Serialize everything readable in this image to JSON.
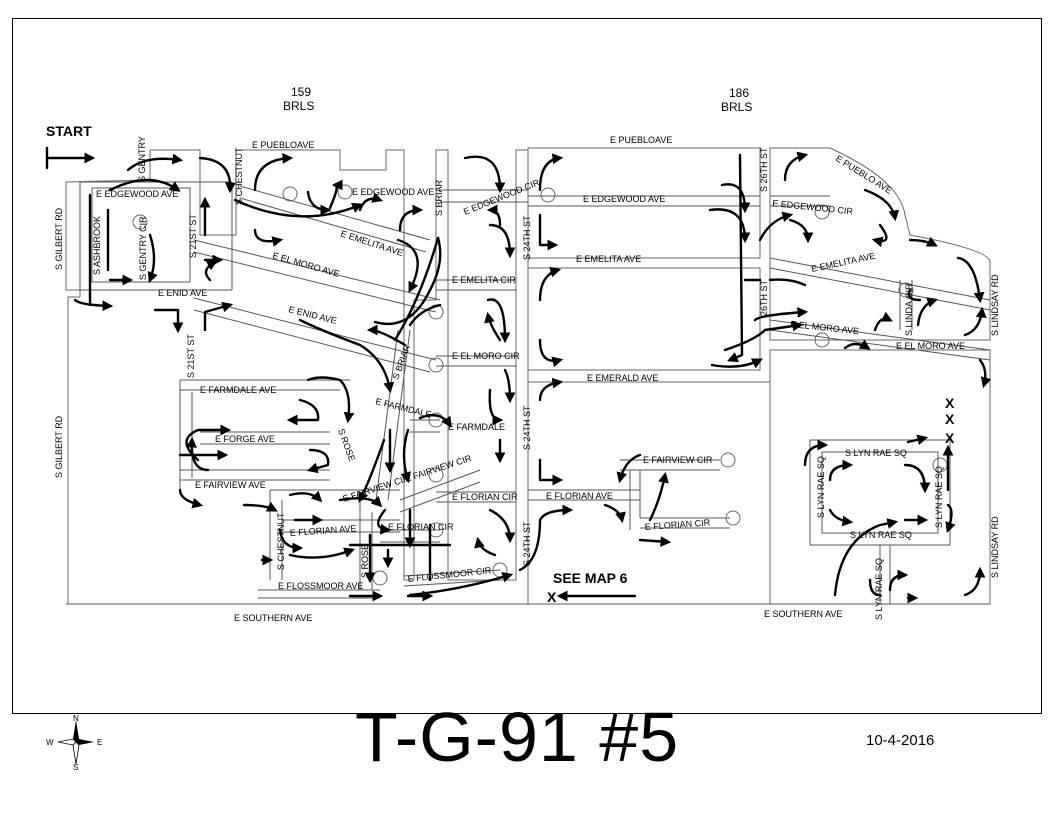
{
  "title": "T-G-91 #5",
  "date": "10-4-2016",
  "start_label": "START",
  "see_map_label": "SEE MAP 6",
  "x_mark": "X",
  "brls": [
    {
      "count": "159",
      "unit": "BRLS"
    },
    {
      "count": "186",
      "unit": "BRLS"
    }
  ],
  "compass": {
    "n": "N",
    "s": "S",
    "e": "E",
    "w": "W"
  },
  "streets": {
    "pueblo_w": "E PUEBLOAVE",
    "pueblo_e": "E PUEBLOAVE",
    "pueblo_ne": "E PUEBLO AVE",
    "edgewood_w": "E EDGEWOOD AVE",
    "edgewood_c": "E EDGEWOOD AVE",
    "edgewood_e": "E EDGEWOOD AVE",
    "edgewood_cir_c": "E EDGEWOOD CIR",
    "edgewood_cir_e": "E EDGEWOOD CIR",
    "emelita_w": "E EMELITA AVE",
    "emelita_cir": "E EMELITA CIR",
    "emelita_c": "E EMELITA AVE",
    "emelita_e": "E EMELITA AVE",
    "elmoro_w": "E EL MORO AVE",
    "elmoro_cir": "E EL MORO CIR",
    "elmoro_e": "E EL MORO AVE",
    "elmoro_e2": "E EL MORO AVE",
    "enid_w": "E ENID AVE",
    "enid_c": "E ENID AVE",
    "emerald": "E EMERALD AVE",
    "farmdale_w": "E FARMDALE AVE",
    "farmdale_c": "E FARMDALE",
    "farmdale_cir": "E FARMDALE",
    "forge": "E FORGE AVE",
    "fairview_w": "E FAIRVIEW AVE",
    "fairview_cir_a": "E FAIRVIEW CIR",
    "fairview_cir_b": "E FAIRVIEW CIR",
    "fairview_cir_e": "E FAIRVIEW CIR",
    "florian_ave": "E FLORIAN AVE",
    "florian_cir_a": "E FLORIAN CIR",
    "florian_cir_b": "E FLORIAN CIR",
    "florian_ave_e": "E FLORIAN AVE",
    "florian_cir_e": "E FLORIAN CIR",
    "flossmoor_ave": "E FLOSSMOOR AVE",
    "flossmoor_cir": "E FLOSSMOOR CIR",
    "southern_w": "E SOUTHERN AVE",
    "southern_e": "E SOUTHERN AVE",
    "gilbert_n": "S GILBERT RD",
    "gilbert_s": "S GILBERT RD",
    "ashbrook": "S ASHBROOK",
    "gentry": "S GENTRY",
    "gentry_cir": "S GENTRY CIR",
    "s21st_n": "S 21ST ST",
    "s21st_c": "S 21ST ST",
    "chestnut_n": "S CHESTNUT",
    "chestnut_s": "S CHESTNUT",
    "briar_n": "S BRIAR",
    "briar_c": "S BRIAR",
    "rose_n": "S ROSE",
    "rose_s": "S ROSE",
    "s24th_n": "S 24TH ST",
    "s24th_c": "S 24TH ST",
    "s24th_s": "S 24TH ST",
    "s26th_n": "S 26TH ST",
    "s26th_c": "26TH ST",
    "linda_cir": "S LINDA CIR",
    "lindsay_n": "S LINDSAY RD",
    "lindsay_s": "S LINDSAY RD",
    "lynrae_sq_n": "S LYN RAE SQ",
    "lynrae_sq_s": "S LYN RAE SQ",
    "lynrae_w": "S LYN RAE SQ",
    "lynrae_e": "S LYN RAE SQ",
    "lynrae_sw": "S LYN RAE SQ"
  }
}
